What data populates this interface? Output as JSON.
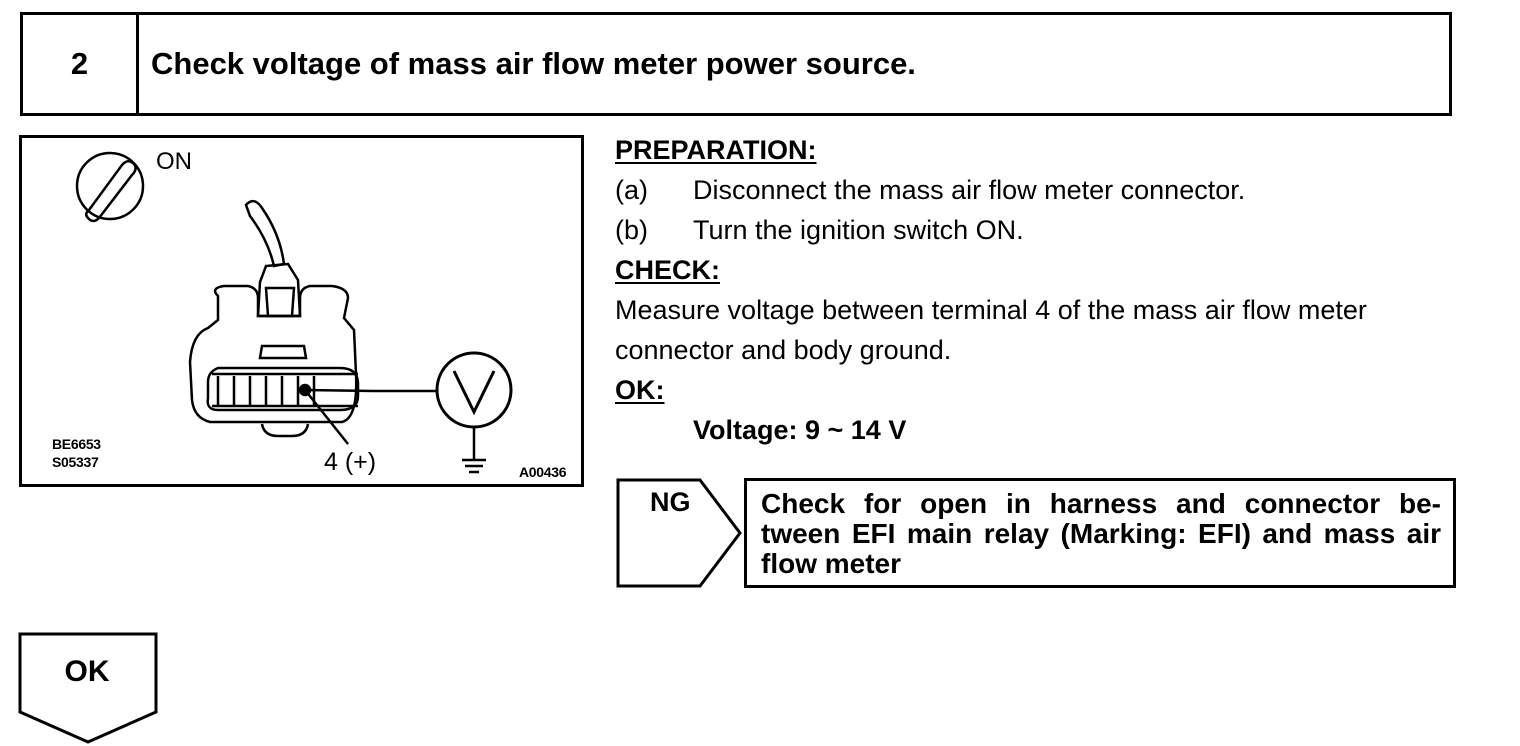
{
  "step": {
    "number": "2",
    "title": "Check voltage of mass air flow meter power source."
  },
  "figure": {
    "ignition_label": "ON",
    "terminal_label": "4 (+)",
    "meter_symbol": "V",
    "code_1": "BE6653",
    "code_2": "S05337",
    "code_3": "A00436",
    "icons": [
      "ignition-key-icon",
      "connector-icon",
      "voltmeter-icon",
      "ground-icon"
    ]
  },
  "instructions": {
    "preparation_heading": "PREPARATION:",
    "preparation_items": [
      {
        "tag": "(a)",
        "text": "Disconnect the mass air flow meter connector."
      },
      {
        "tag": "(b)",
        "text": "Turn the ignition switch ON."
      }
    ],
    "check_heading": "CHECK:",
    "check_text": "Measure voltage between terminal 4 of the mass air flow meter connector and body ground.",
    "ok_heading": "OK:",
    "ok_spec": "Voltage: 9 ~ 14 V"
  },
  "ng_branch": {
    "label": "NG",
    "action": "Check for open in harness and connector be- tween EFI main relay (Marking: EFI) and mass air flow meter"
  },
  "ok_branch": {
    "label": "OK"
  }
}
